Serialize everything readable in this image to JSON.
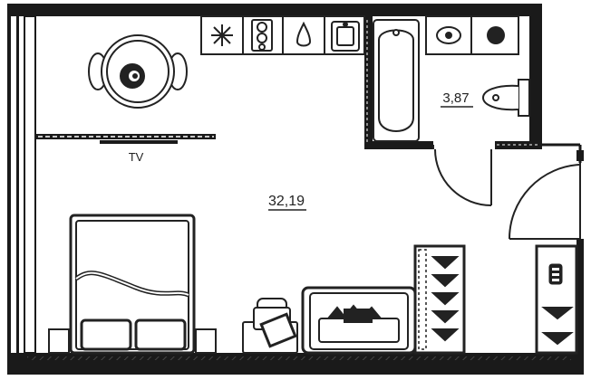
{
  "rooms": {
    "main_area": "32,19",
    "bath_area": "3,87"
  },
  "labels": {
    "tv": "TV"
  },
  "colors": {
    "wall": "#1a1a1a",
    "line": "#222222",
    "background": "#ffffff"
  },
  "icons": [
    "stove-icon",
    "fridge-icon",
    "sink-icon",
    "kitchen-sink-icon",
    "washing-machine-icon",
    "bathtub-icon",
    "toilet-icon",
    "dining-table-icon",
    "bed-icon",
    "sofa-icon",
    "armchair-icon",
    "wardrobe-icon",
    "door-icon"
  ]
}
